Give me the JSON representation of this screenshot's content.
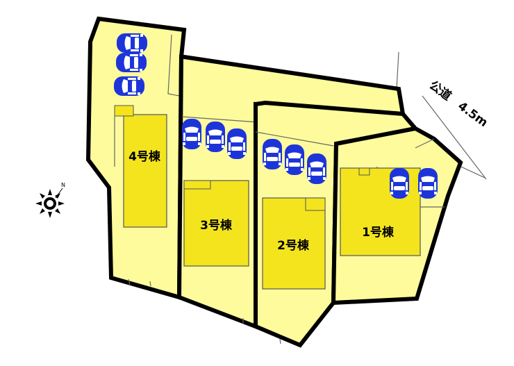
{
  "colors": {
    "lot_fill": "#fdfb9c",
    "house_fill": "#f3e41e",
    "boundary": "#000000",
    "car_fill": "#1d35d8",
    "car_glass": "#ffffff"
  },
  "road": {
    "label": "公道　4.5m"
  },
  "compass": {
    "icon": "sun-compass-icon",
    "north_label": "N"
  },
  "lots": [
    {
      "id": 1,
      "label": "1号棟",
      "parking_spaces": 2
    },
    {
      "id": 2,
      "label": "2号棟",
      "parking_spaces": 3
    },
    {
      "id": 3,
      "label": "3号棟",
      "parking_spaces": 3
    },
    {
      "id": 4,
      "label": "4号棟",
      "parking_spaces": 3
    }
  ]
}
